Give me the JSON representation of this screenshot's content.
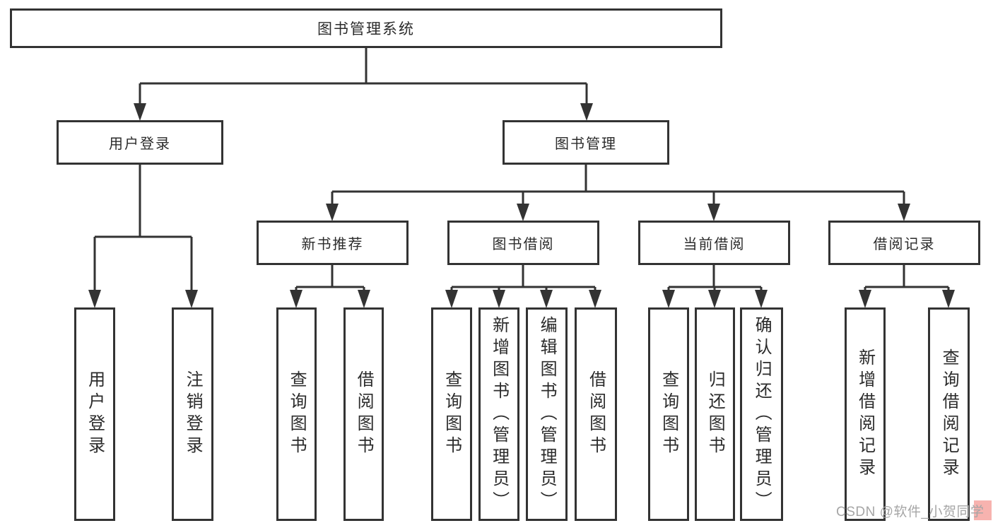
{
  "tree": {
    "label": "图书管理系统",
    "children": [
      {
        "label": "用户登录",
        "children": [
          {
            "label": "用户登录"
          },
          {
            "label": "注销登录"
          }
        ]
      },
      {
        "label": "图书管理",
        "children": [
          {
            "label": "新书推荐",
            "children": [
              {
                "label": "查询图书"
              },
              {
                "label": "借阅图书"
              }
            ]
          },
          {
            "label": "图书借阅",
            "children": [
              {
                "label": "查询图书"
              },
              {
                "label": "新增图书（管理员）"
              },
              {
                "label": "编辑图书（管理员）"
              },
              {
                "label": "借阅图书"
              }
            ]
          },
          {
            "label": "当前借阅",
            "children": [
              {
                "label": "查询图书"
              },
              {
                "label": "归还图书"
              },
              {
                "label": "确认归还（管理员）"
              }
            ]
          },
          {
            "label": "借阅记录",
            "children": [
              {
                "label": "新增借阅记录"
              },
              {
                "label": "查询借阅记录"
              }
            ]
          }
        ]
      }
    ]
  },
  "watermark": {
    "text": "CSDN @软件_小贺同学"
  },
  "colors": {
    "background": "#ffffff",
    "box_border": "#333333",
    "connector_line": "#333333",
    "text": "#2b2b2b",
    "watermark_text": "#a6a6a6",
    "watermark_highlight": "#f6aba6"
  }
}
